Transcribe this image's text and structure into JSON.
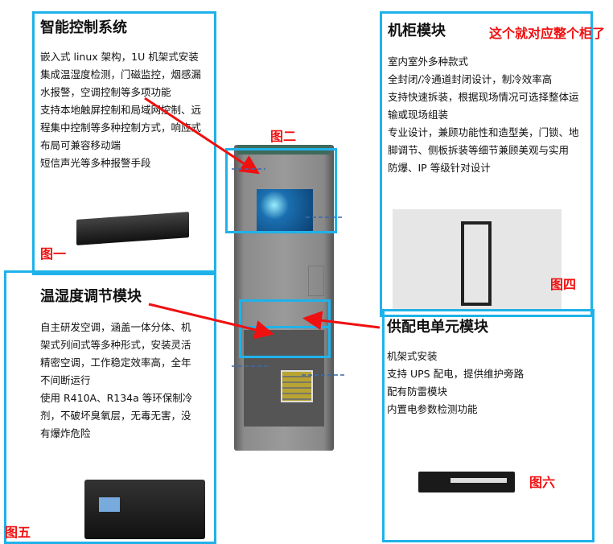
{
  "box1": {
    "title": "智能控制系统",
    "lines": [
      "嵌入式 linux 架构，1U 机架式安装",
      "集成温湿度检测，门磁监控，烟感漏水报警，空调控制等多项功能",
      "支持本地触屏控制和局域网控制、远程集中控制等多种控制方式，响应式布局可兼容移动端",
      "短信声光等多种报警手段"
    ],
    "fig": "图一"
  },
  "box2": {
    "title": "机柜模块",
    "lines": [
      "室内室外多种款式",
      "全封闭/冷通道封闭设计，制冷效率高",
      "支持快速拆装，根据现场情况可选择整体运输或现场组装",
      "专业设计，兼顾功能性和造型美，门锁、地脚调节、侧板拆装等细节兼顾美观与实用",
      "防爆、IP 等级针对设计"
    ],
    "fig": "图四",
    "note": "这个就对应整个柜了"
  },
  "box3": {
    "title": "温湿度调节模块",
    "lines": [
      "自主研发空调，涵盖一体分体、机架式列间式等多种形式，安装灵活",
      "精密空调，工作稳定效率高，全年不间断运行",
      "使用 R410A、R134a 等环保制冷剂，不破坏臭氧层，无毒无害，没有爆炸危险"
    ],
    "fig": "图五"
  },
  "box4": {
    "title": "供配电单元模块",
    "lines": [
      "机架式安装",
      "支持 UPS 配电，提供维护旁路",
      "配有防雷模块",
      "内置电参数检测功能"
    ],
    "fig": "图六"
  },
  "center": {
    "fig": "图二"
  },
  "colors": {
    "border": "#1fb2ea",
    "red": "#f01010"
  }
}
